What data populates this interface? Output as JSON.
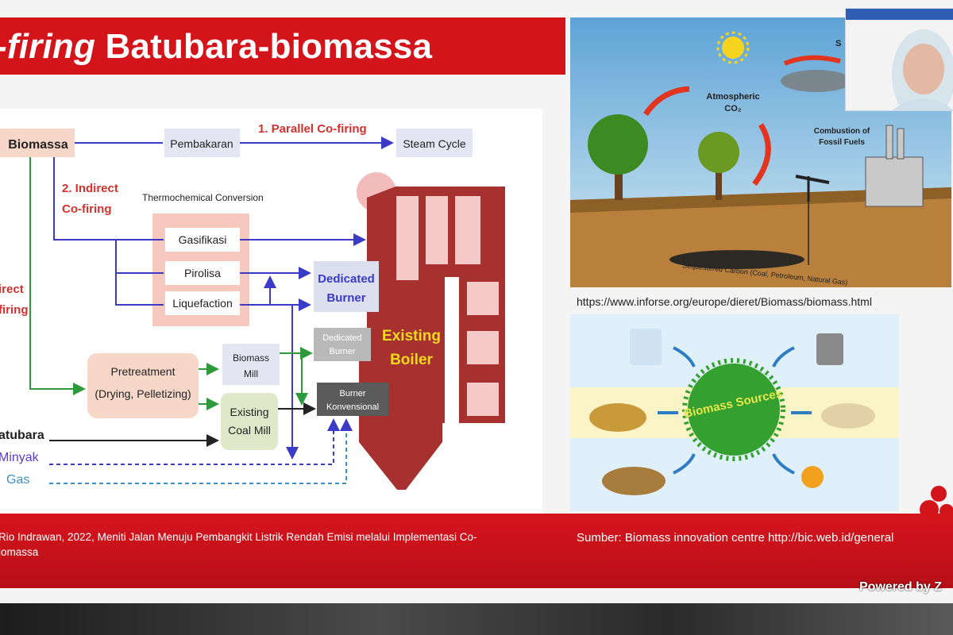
{
  "slide": {
    "title_italic": "-firing",
    "title_rest": " Batubara-biomassa"
  },
  "diagram": {
    "biomassa": "Biomassa",
    "pembakaran": "Pembakaran",
    "parallel": "1. Parallel Co-firing",
    "steam_cycle": "Steam Cycle",
    "indirect_1": "2. Indirect",
    "indirect_2": "Co-firing",
    "thermo": "Thermochemical Conversion",
    "gasifikasi": "Gasifikasi",
    "pirolisa": "Pirolisa",
    "liquefaction": "Liquefaction",
    "dedicated_1": "Dedicated",
    "dedicated_2": "Burner",
    "direct_1": "irect",
    "direct_2": "firing",
    "pretreatment_1": "Pretreatment",
    "pretreatment_2": "(Drying, Pelletizing)",
    "biomass_mill_1": "Biomass",
    "biomass_mill_2": "Mill",
    "small_dedicated_1": "Dedicated",
    "small_dedicated_2": "Burner",
    "existing_mill_1": "Existing",
    "existing_mill_2": "Coal Mill",
    "burner_1": "Burner",
    "burner_2": "Konvensional",
    "boiler_1": "Existing",
    "boiler_2": "Boiler",
    "batubara": "atubara",
    "minyak": "Minyak",
    "gas": "Gas"
  },
  "photo": {
    "atmospheric": "Atmospheric",
    "co2": "CO₂",
    "combustion_1": "Combustion of",
    "combustion_2": "Fossil Fuels",
    "sequestered": "Sequestered Carbon (Coal, Petroleum, Natural Gas)",
    "s_label": "S"
  },
  "url": "https://www.inforse.org/europe/dieret/Biomass/biomass.html",
  "sources": {
    "center": "Biomass Sources"
  },
  "footer": {
    "cite_left_line1": "Rio Indrawan, 2022, Meniti Jalan Menuju Pembangkit Listrik Rendah Emisi melalui Implementasi Co-",
    "cite_left_line2": "iomassa",
    "cite_right": "Sumber: Biomass innovation centre http://bic.web.id/general",
    "powered": "Powered by Z"
  },
  "colors": {
    "brand_red": "#d4141b",
    "boiler": "#a7312e",
    "arrow_blue": "#3b3bc8",
    "arrow_green": "#2f9a3c",
    "label_red": "#d2312d"
  }
}
